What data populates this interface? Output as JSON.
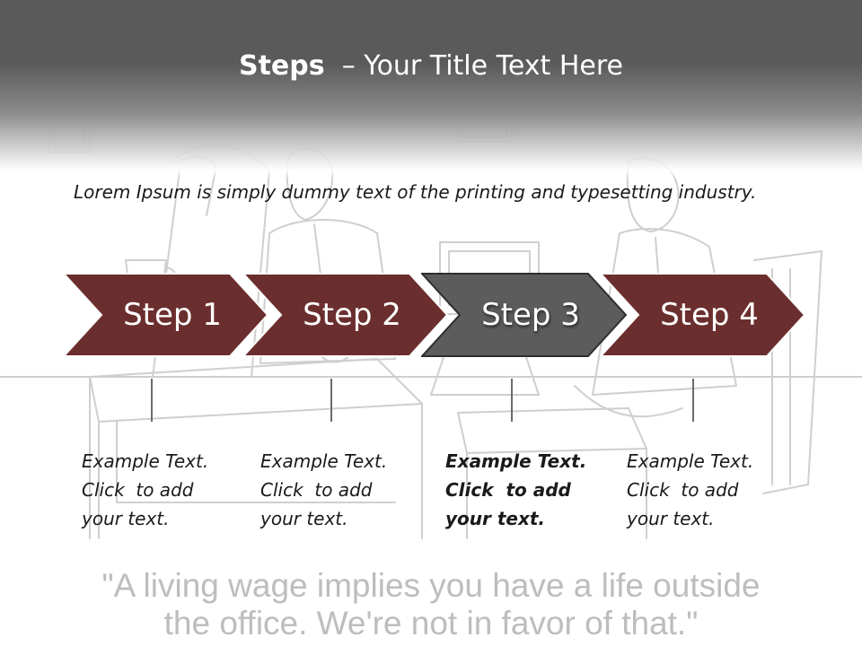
{
  "title": {
    "bold": "Steps",
    "rest": "– Your Title Text Here"
  },
  "intro": "Lorem Ipsum is simply dummy text of the printing and typesetting industry.",
  "colors": {
    "step": "#6b2e2e",
    "step_active": "#5c5c5c",
    "header": "#5a5a5a"
  },
  "steps": [
    {
      "label": "Step 1",
      "active": false,
      "note": [
        "Example Text.",
        "Click  to add",
        "your text."
      ]
    },
    {
      "label": "Step 2",
      "active": false,
      "note": [
        "Example Text.",
        "Click  to add",
        "your text."
      ]
    },
    {
      "label": "Step 3",
      "active": true,
      "note": [
        "Example Text.",
        "Click  to add",
        "your text."
      ]
    },
    {
      "label": "Step 4",
      "active": false,
      "note": [
        "Example Text.",
        "Click  to add",
        "your text."
      ]
    }
  ],
  "quote": [
    "\"A living wage implies you have a life outside",
    "the office. We're not in favor of that.\""
  ]
}
